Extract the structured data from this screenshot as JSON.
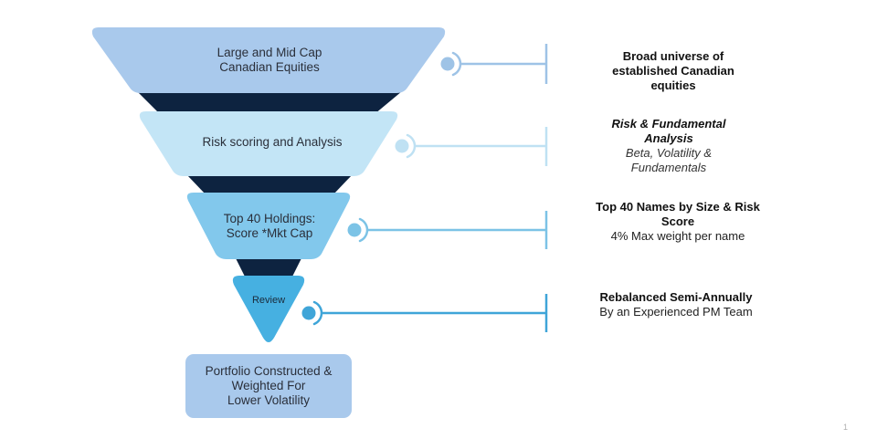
{
  "funnel": {
    "stages": [
      {
        "lines": [
          "Large and Mid Cap",
          "Canadian Equities"
        ]
      },
      {
        "lines": [
          "Risk scoring and Analysis"
        ]
      },
      {
        "lines": [
          "Top 40 Holdings:",
          "Score *Mkt Cap"
        ]
      },
      {
        "lines": [
          "Review"
        ]
      }
    ],
    "result": {
      "lines": [
        "Portfolio Constructed &",
        "Weighted For",
        "Lower Volatility"
      ]
    }
  },
  "descriptions": [
    {
      "title_lines": [
        "Broad universe of",
        "established Canadian",
        "equities"
      ]
    },
    {
      "title_lines": [
        "Risk & Fundamental",
        "Analysis"
      ],
      "sub_lines": [
        "Beta, Volatility &",
        "Fundamentals"
      ]
    },
    {
      "title_lines": [
        "Top 40 Names by Size & Risk",
        "Score"
      ],
      "sub_lines": [
        "4% Max weight per name"
      ]
    },
    {
      "title_lines": [
        "Rebalanced Semi-Annually"
      ],
      "sub_lines": [
        "By an Experienced PM Team"
      ]
    }
  ],
  "page_number": "1",
  "colors": {
    "stage1": "#a9c9ec",
    "stage2": "#c3e5f6",
    "stage3": "#82c8ec",
    "stage4": "#46b0e1",
    "result": "#a9c9ec",
    "dark_band": "#0d2340",
    "connector1": "#9ec3e6",
    "connector2": "#bfe1f3",
    "connector3": "#7cc3e6",
    "connector4": "#3fa5d8"
  }
}
